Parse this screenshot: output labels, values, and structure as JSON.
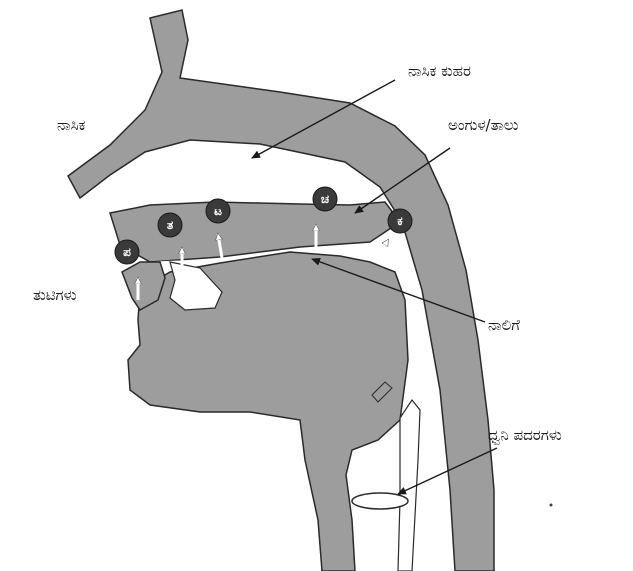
{
  "labels": {
    "nasal_cavity": "ನಾಸಿಕ ಕುಹರ",
    "nose": "ನಾಸಿಕ",
    "palate": "ಅಂಗುಳ/ತಾಲು",
    "lips": "ತುಟಿಗಳು",
    "tongue": "ನಾಲಿಗೆ",
    "vocal_cords": "ಧ್ವನಿ ಪದರಗಳು"
  },
  "places": {
    "labial": "ಪ",
    "dental": "ತ",
    "retroflex": "ಟ",
    "palatal": "ಚ",
    "velar": "ಕ"
  },
  "colors": {
    "tract": "#9d9d9d",
    "outline": "#2a2a2a",
    "badge": "#3a3a3a",
    "background": "#ffffff"
  }
}
